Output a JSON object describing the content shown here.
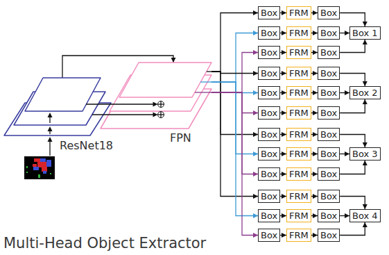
{
  "diagram": {
    "title": "Multi-Head Object Extractor",
    "nodes": [
      {
        "text": [
          "ResNet18"
        ]
      },
      {
        "text": [
          "FPN"
        ]
      },
      {
        "text": [
          "Box"
        ]
      },
      {
        "text": [
          "FRM"
        ]
      },
      {
        "text": [
          "Box"
        ]
      },
      {
        "text": [
          "Box"
        ]
      },
      {
        "text": [
          "FRM"
        ]
      },
      {
        "text": [
          "Box"
        ]
      },
      {
        "text": [
          "Box 1"
        ]
      },
      {
        "text": [
          "Box"
        ]
      },
      {
        "text": [
          "FRM"
        ]
      },
      {
        "text": [
          "Box"
        ]
      },
      {
        "text": [
          "Box"
        ]
      },
      {
        "text": [
          "FRM"
        ]
      },
      {
        "text": [
          "Box"
        ]
      },
      {
        "text": [
          "Box"
        ]
      },
      {
        "text": [
          "FRM"
        ]
      },
      {
        "text": [
          "Box"
        ]
      },
      {
        "text": [
          "Box 2"
        ]
      },
      {
        "text": [
          "Box"
        ]
      },
      {
        "text": [
          "FRM"
        ]
      },
      {
        "text": [
          "Box"
        ]
      },
      {
        "text": [
          "Box"
        ]
      },
      {
        "text": [
          "FRM"
        ]
      },
      {
        "text": [
          "Box"
        ]
      },
      {
        "text": [
          "Box"
        ]
      },
      {
        "text": [
          "FRM"
        ]
      },
      {
        "text": [
          "Box"
        ]
      },
      {
        "text": [
          "Box 3"
        ]
      },
      {
        "text": [
          "Box"
        ]
      },
      {
        "text": [
          "FRM"
        ]
      },
      {
        "text": [
          "Box"
        ]
      },
      {
        "text": [
          "Box"
        ]
      },
      {
        "text": [
          "FRM"
        ]
      },
      {
        "text": [
          "Box"
        ]
      },
      {
        "text": [
          "Box"
        ]
      },
      {
        "text": [
          "FRM"
        ]
      },
      {
        "text": [
          "Box"
        ]
      },
      {
        "text": [
          "Box 4"
        ]
      },
      {
        "text": [
          "Box"
        ]
      },
      {
        "text": [
          "FRM"
        ]
      },
      {
        "text": [
          "Box"
        ]
      }
    ],
    "edges": [
      {
        "from": 0,
        "to": 1,
        "arrow": "to"
      },
      {
        "from": 1,
        "to": 2,
        "arrow": "to"
      },
      {
        "from": 1,
        "to": 5,
        "arrow": "to"
      },
      {
        "from": 1,
        "to": 9,
        "arrow": "to"
      },
      {
        "from": 2,
        "to": 3,
        "arrow": "to"
      },
      {
        "from": 3,
        "to": 4,
        "arrow": "to"
      },
      {
        "from": 5,
        "to": 6,
        "arrow": "to"
      },
      {
        "from": 6,
        "to": 7,
        "arrow": "to"
      },
      {
        "from": 9,
        "to": 10,
        "arrow": "to"
      },
      {
        "from": 10,
        "to": 11,
        "arrow": "to"
      },
      {
        "from": 4,
        "to": 8,
        "arrow": "to"
      },
      {
        "from": 7,
        "to": 8,
        "arrow": "to"
      },
      {
        "from": 11,
        "to": 8,
        "arrow": "to"
      },
      {
        "from": 1,
        "to": 12,
        "arrow": "to"
      },
      {
        "from": 1,
        "to": 15,
        "arrow": "to"
      },
      {
        "from": 1,
        "to": 19,
        "arrow": "to"
      },
      {
        "from": 12,
        "to": 13,
        "arrow": "to"
      },
      {
        "from": 13,
        "to": 14,
        "arrow": "to"
      },
      {
        "from": 15,
        "to": 16,
        "arrow": "to"
      },
      {
        "from": 16,
        "to": 17,
        "arrow": "to"
      },
      {
        "from": 19,
        "to": 20,
        "arrow": "to"
      },
      {
        "from": 20,
        "to": 21,
        "arrow": "to"
      },
      {
        "from": 14,
        "to": 18,
        "arrow": "to"
      },
      {
        "from": 17,
        "to": 18,
        "arrow": "to"
      },
      {
        "from": 21,
        "to": 18,
        "arrow": "to"
      },
      {
        "from": 1,
        "to": 22,
        "arrow": "to"
      },
      {
        "from": 1,
        "to": 25,
        "arrow": "to"
      },
      {
        "from": 1,
        "to": 29,
        "arrow": "to"
      },
      {
        "from": 22,
        "to": 23,
        "arrow": "to"
      },
      {
        "from": 23,
        "to": 24,
        "arrow": "to"
      },
      {
        "from": 25,
        "to": 26,
        "arrow": "to"
      },
      {
        "from": 26,
        "to": 27,
        "arrow": "to"
      },
      {
        "from": 29,
        "to": 30,
        "arrow": "to"
      },
      {
        "from": 30,
        "to": 31,
        "arrow": "to"
      },
      {
        "from": 24,
        "to": 28,
        "arrow": "to"
      },
      {
        "from": 27,
        "to": 28,
        "arrow": "to"
      },
      {
        "from": 31,
        "to": 28,
        "arrow": "to"
      },
      {
        "from": 1,
        "to": 32,
        "arrow": "to"
      },
      {
        "from": 1,
        "to": 35,
        "arrow": "to"
      },
      {
        "from": 1,
        "to": 39,
        "arrow": "to"
      },
      {
        "from": 32,
        "to": 33,
        "arrow": "to"
      },
      {
        "from": 33,
        "to": 34,
        "arrow": "to"
      },
      {
        "from": 35,
        "to": 36,
        "arrow": "to"
      },
      {
        "from": 36,
        "to": 37,
        "arrow": "to"
      },
      {
        "from": 39,
        "to": 40,
        "arrow": "to"
      },
      {
        "from": 40,
        "to": 41,
        "arrow": "to"
      },
      {
        "from": 34,
        "to": 38,
        "arrow": "to"
      },
      {
        "from": 37,
        "to": 38,
        "arrow": "to"
      },
      {
        "from": 41,
        "to": 38,
        "arrow": "to"
      }
    ]
  }
}
